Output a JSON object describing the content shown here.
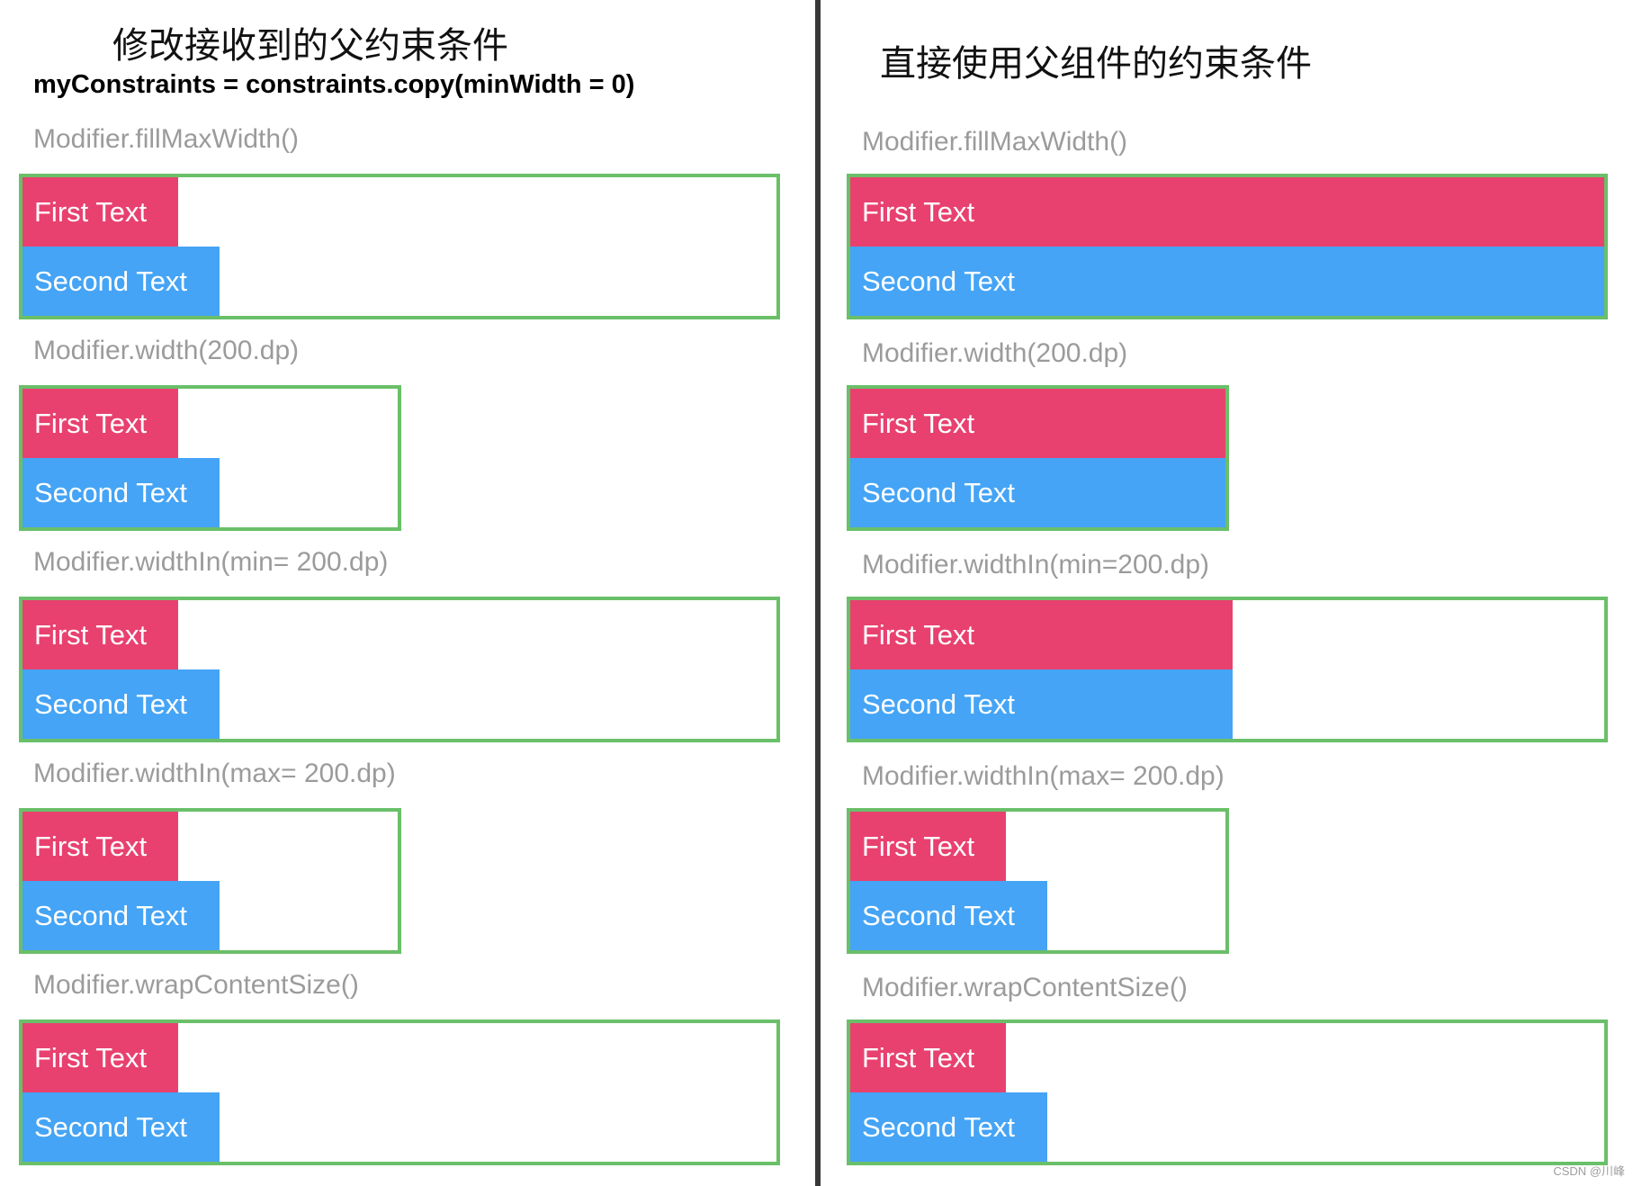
{
  "colors": {
    "pink": "#e8416f",
    "blue": "#45a4f5",
    "green_border": "#6abf69",
    "label_gray": "#9b9b9b",
    "divider": "#383838"
  },
  "bars": {
    "first": "First Text",
    "second": "Second Text"
  },
  "left": {
    "title": "修改接收到的父约束条件",
    "subtitle": "myConstraints = constraints.copy(minWidth = 0)",
    "sections": [
      {
        "label": "Modifier.fillMaxWidth()",
        "box_width": "full",
        "first_width": "wrap",
        "second_width": "wrap"
      },
      {
        "label": "Modifier.width(200.dp)",
        "box_width": "200dp",
        "first_width": "wrap",
        "second_width": "wrap"
      },
      {
        "label": "Modifier.widthIn(min= 200.dp)",
        "box_width": "full",
        "first_width": "wrap",
        "second_width": "wrap"
      },
      {
        "label": "Modifier.widthIn(max= 200.dp)",
        "box_width": "200dp",
        "first_width": "wrap",
        "second_width": "wrap"
      },
      {
        "label": "Modifier.wrapContentSize()",
        "box_width": "full",
        "first_width": "wrap",
        "second_width": "wrap"
      }
    ]
  },
  "right": {
    "title": "直接使用父组件的约束条件",
    "sections": [
      {
        "label": "Modifier.fillMaxWidth()",
        "box_width": "full",
        "first_width": "fill",
        "second_width": "fill"
      },
      {
        "label": "Modifier.width(200.dp)",
        "box_width": "200dp",
        "first_width": "fill",
        "second_width": "fill"
      },
      {
        "label": "Modifier.widthIn(min=200.dp)",
        "box_width": "full",
        "first_width": "200dp",
        "second_width": "200dp"
      },
      {
        "label": "Modifier.widthIn(max= 200.dp)",
        "box_width": "200dp",
        "first_width": "wrap",
        "second_width": "wrap"
      },
      {
        "label": "Modifier.wrapContentSize()",
        "box_width": "full",
        "first_width": "wrap",
        "second_width": "wrap"
      }
    ]
  },
  "watermark": "CSDN @川峰"
}
